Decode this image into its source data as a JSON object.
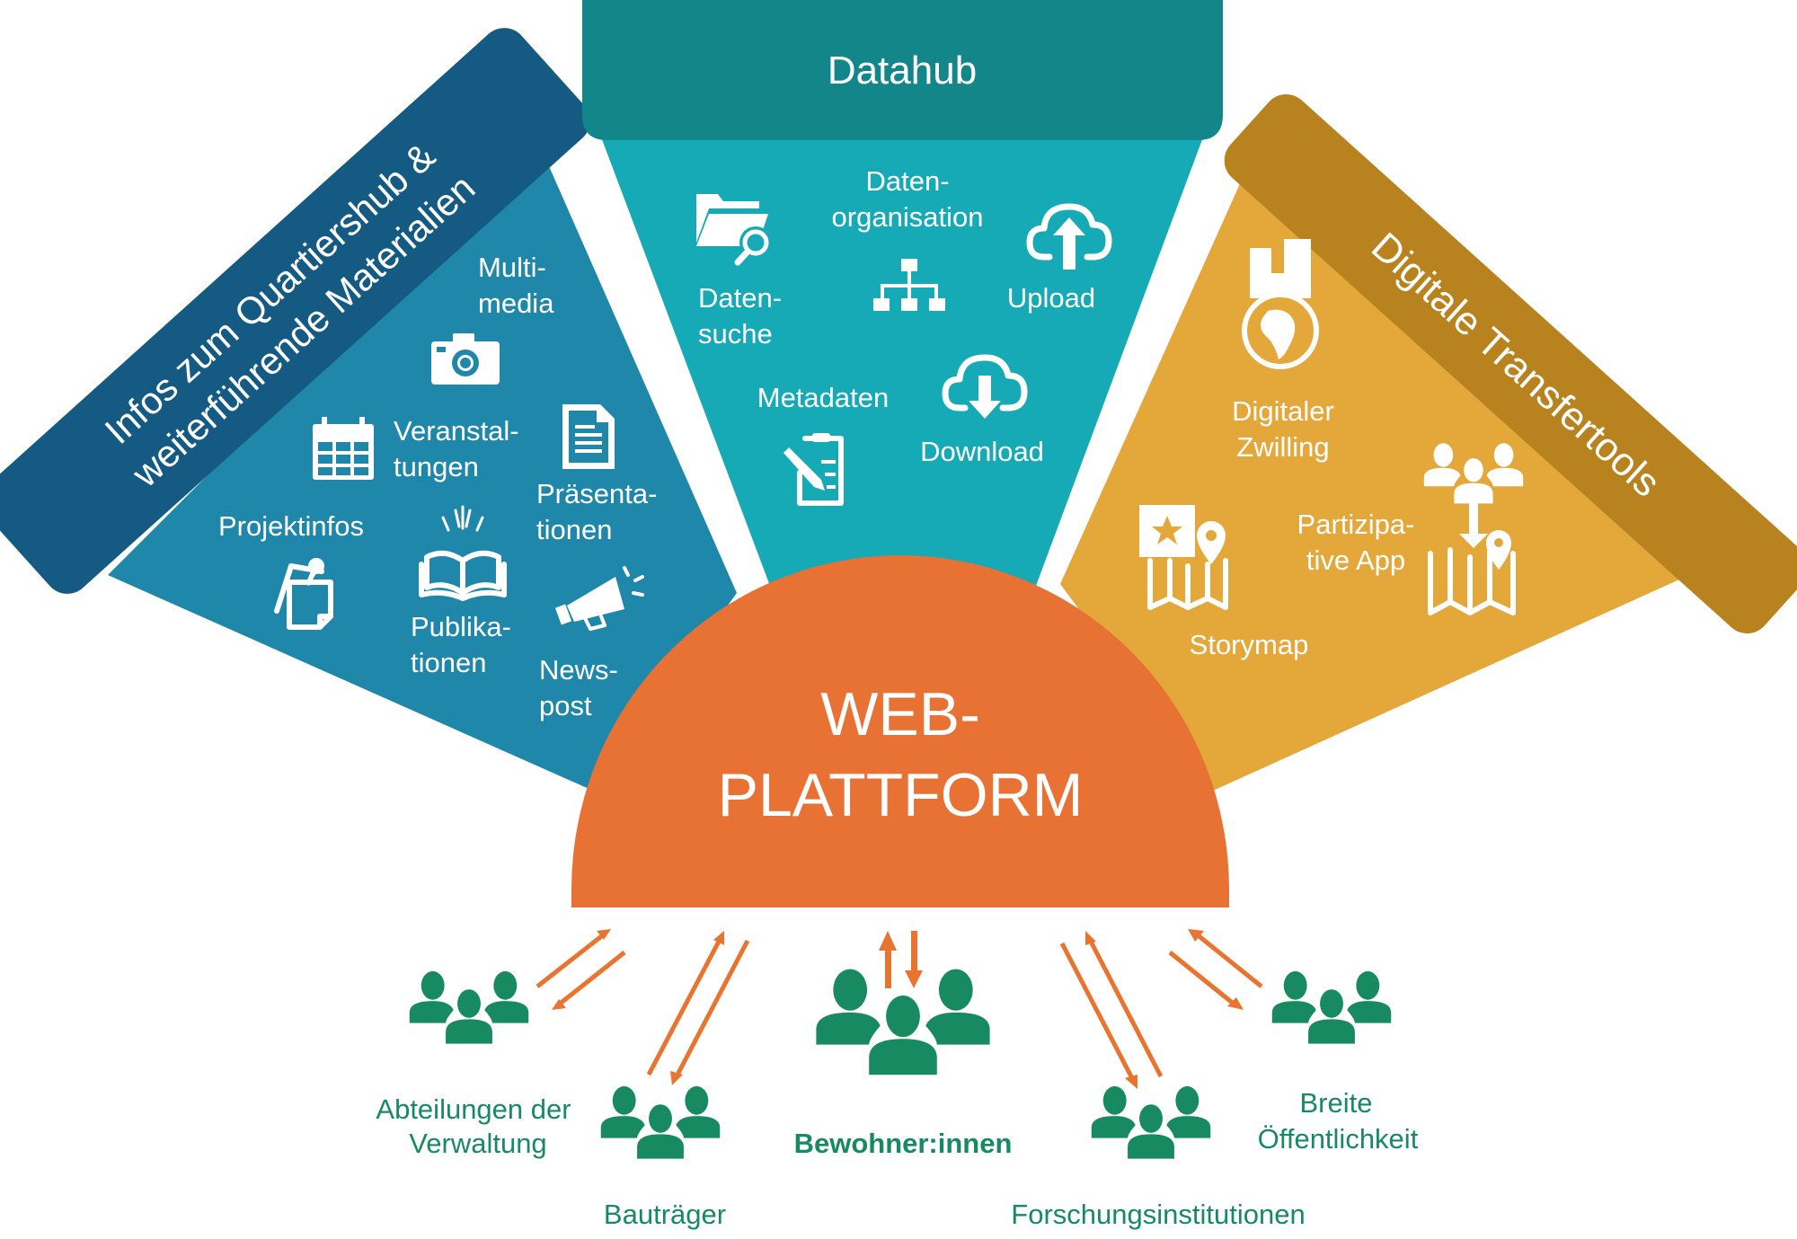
{
  "colors": {
    "infos_banner": "#145A82",
    "infos_body": "#1F87AA",
    "datahub_banner": "#13868A",
    "datahub_body": "#16AAB6",
    "transfer_banner": "#B8821E",
    "transfer_body": "#E3A73A",
    "platform": "#E87234",
    "stakeholder": "#178A62"
  },
  "platform": {
    "line1": "WEB-",
    "line2": "PLATTFORM"
  },
  "infos": {
    "title_line1": "Infos zum Quartiershub &",
    "title_line2": "weiterführende Materialien",
    "items": [
      {
        "icon": "camera-icon",
        "line1": "Multi-",
        "line2": "media"
      },
      {
        "icon": "calendar-icon",
        "line1": "Veranstal-",
        "line2": "tungen"
      },
      {
        "icon": "document-icon",
        "line1": "Präsenta-",
        "line2": "tionen"
      },
      {
        "icon": "pinned-notes-icon",
        "line1": "Projektinfos",
        "line2": ""
      },
      {
        "icon": "open-book-icon",
        "line1": "Publika-",
        "line2": "tionen"
      },
      {
        "icon": "megaphone-icon",
        "line1": "News-",
        "line2": "post"
      }
    ]
  },
  "datahub": {
    "title": "Datahub",
    "items": [
      {
        "icon": "folder-search-icon",
        "line1": "Daten-",
        "line2": "suche"
      },
      {
        "icon": "hierarchy-icon",
        "line1": "Daten-",
        "line2": "organisation"
      },
      {
        "icon": "cloud-upload-icon",
        "line1": "Upload",
        "line2": ""
      },
      {
        "icon": "clipboard-edit-icon",
        "line1": "Metadaten",
        "line2": ""
      },
      {
        "icon": "cloud-download-icon",
        "line1": "Download",
        "line2": ""
      }
    ]
  },
  "transfer": {
    "title": "Digitale Transfertools",
    "items": [
      {
        "icon": "city-globe-icon",
        "line1": "Digitaler",
        "line2": "Zwilling"
      },
      {
        "icon": "story-map-icon",
        "line1": "Storymap",
        "line2": ""
      },
      {
        "icon": "participation-map-icon",
        "line1": "Partizipa-",
        "line2": "tive App"
      }
    ]
  },
  "stakeholders": [
    {
      "line1": "Abteilungen der",
      "line2": "Verwaltung"
    },
    {
      "line1": "Bauträger",
      "line2": ""
    },
    {
      "line1": "Bewohner:innen",
      "line2": ""
    },
    {
      "line1": "Forschungsinstitutionen",
      "line2": ""
    },
    {
      "line1": "Breite",
      "line2": "Öffentlichkeit"
    }
  ]
}
